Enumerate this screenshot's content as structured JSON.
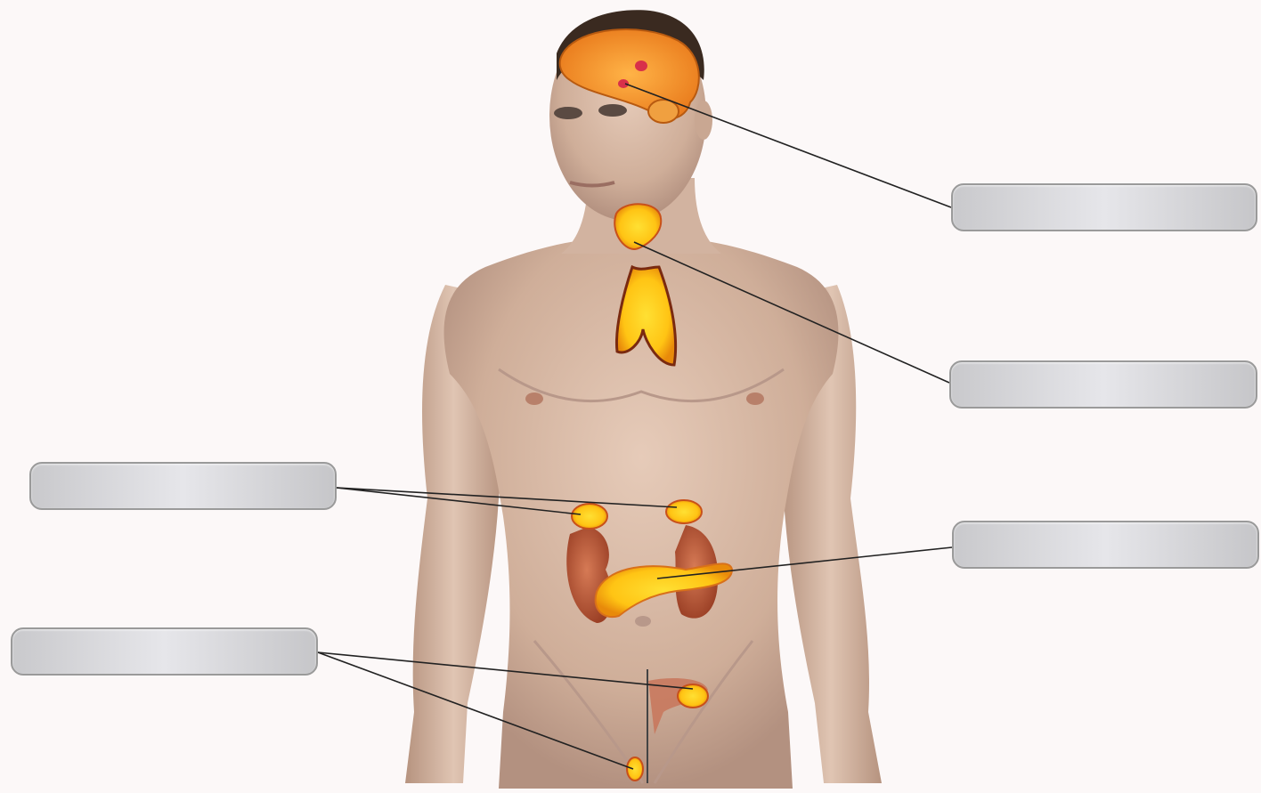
{
  "diagram": {
    "label_boxes": [
      {
        "id": "box-brain",
        "text": ""
      },
      {
        "id": "box-thyroid",
        "text": ""
      },
      {
        "id": "box-pancreas",
        "text": ""
      },
      {
        "id": "box-adrenal",
        "text": ""
      },
      {
        "id": "box-gonads",
        "text": ""
      }
    ]
  },
  "colors": {
    "skin": "#d8b8a4",
    "skin_shadow": "#b89582",
    "gland_yellow": "#ffd21a",
    "gland_orange": "#f59a14",
    "organ_red": "#b8502e",
    "leader_line": "#222222",
    "label_fill": "#dcdcdf"
  }
}
